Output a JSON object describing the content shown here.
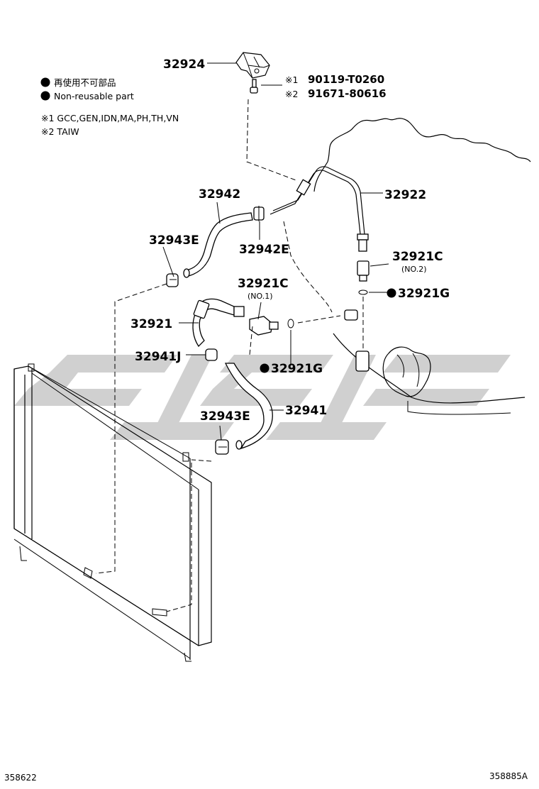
{
  "legend": {
    "item_jp": "再使用不可部品",
    "item_en": "Non-reusable part",
    "note1": "※1 GCC,GEN,IDN,MA,PH,TH,VN",
    "note2": "※2 TAIW"
  },
  "bolt_codes": {
    "code1_mark": "※1",
    "code1": "90119-T0260",
    "code2_mark": "※2",
    "code2": "91671-80616"
  },
  "parts": {
    "p32924": "32924",
    "p32942": "32942",
    "p32922": "32922",
    "p32943E_top": "32943E",
    "p32942E": "32942E",
    "p32921C_no2": "32921C",
    "p32921C_no2_sub": "(NO.2)",
    "p32921C_no1": "32921C",
    "p32921C_no1_sub": "(NO.1)",
    "p32921G_right": "32921G",
    "p32921": "32921",
    "p32941J": "32941J",
    "p32921G_lower": "32921G",
    "p32943E_bottom": "32943E",
    "p32941": "32941"
  },
  "footer": {
    "left_code": "358622",
    "right_code": "358885A"
  },
  "watermark": {
    "color": "#c8c8c8"
  }
}
